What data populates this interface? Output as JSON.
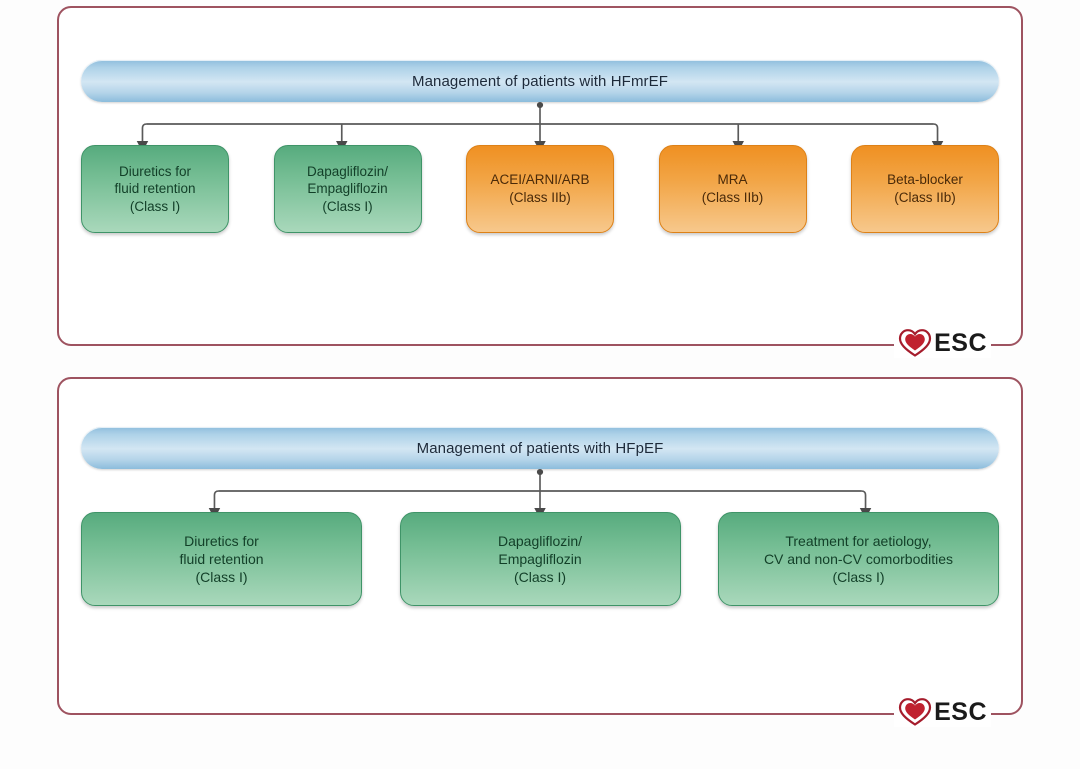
{
  "theme": {
    "panel_border": "#9e5360",
    "header_blue": "#aed2e8",
    "node_green": "#74bd93",
    "node_orange": "#f2a546",
    "connector": "#5a5a5a",
    "esc_red": "#c0212f",
    "background": "#ffffff"
  },
  "panels": [
    {
      "id": "hfmref",
      "header": {
        "title": "Management of patients with HFmrEF"
      },
      "nodes": [
        {
          "color": "green",
          "class_level": "Class I",
          "lines": [
            "Diuretics for",
            "fluid retention",
            "(Class I)"
          ]
        },
        {
          "color": "green",
          "class_level": "Class I",
          "lines": [
            "Dapagliflozin/",
            "Empagliflozin",
            "(Class I)"
          ]
        },
        {
          "color": "orange",
          "class_level": "Class IIb",
          "lines": [
            "ACEI/ARNI/ARB",
            "(Class IIb)"
          ]
        },
        {
          "color": "orange",
          "class_level": "Class IIb",
          "lines": [
            "MRA",
            "(Class IIb)"
          ]
        },
        {
          "color": "orange",
          "class_level": "Class IIb",
          "lines": [
            "Beta-blocker",
            "(Class IIb)"
          ]
        }
      ],
      "logo": {
        "text": "ESC",
        "icon": "heart-icon"
      }
    },
    {
      "id": "hfpef",
      "header": {
        "title": "Management of patients with HFpEF"
      },
      "nodes": [
        {
          "color": "green",
          "class_level": "Class I",
          "lines": [
            "Diuretics for",
            "fluid retention",
            "(Class I)"
          ]
        },
        {
          "color": "green",
          "class_level": "Class I",
          "lines": [
            "Dapagliflozin/",
            "Empagliflozin",
            "(Class I)"
          ]
        },
        {
          "color": "green",
          "class_level": "Class I",
          "lines": [
            "Treatment for aetiology,",
            "CV and non-CV comorbodities",
            "(Class I)"
          ]
        }
      ],
      "logo": {
        "text": "ESC",
        "icon": "heart-icon"
      }
    }
  ]
}
